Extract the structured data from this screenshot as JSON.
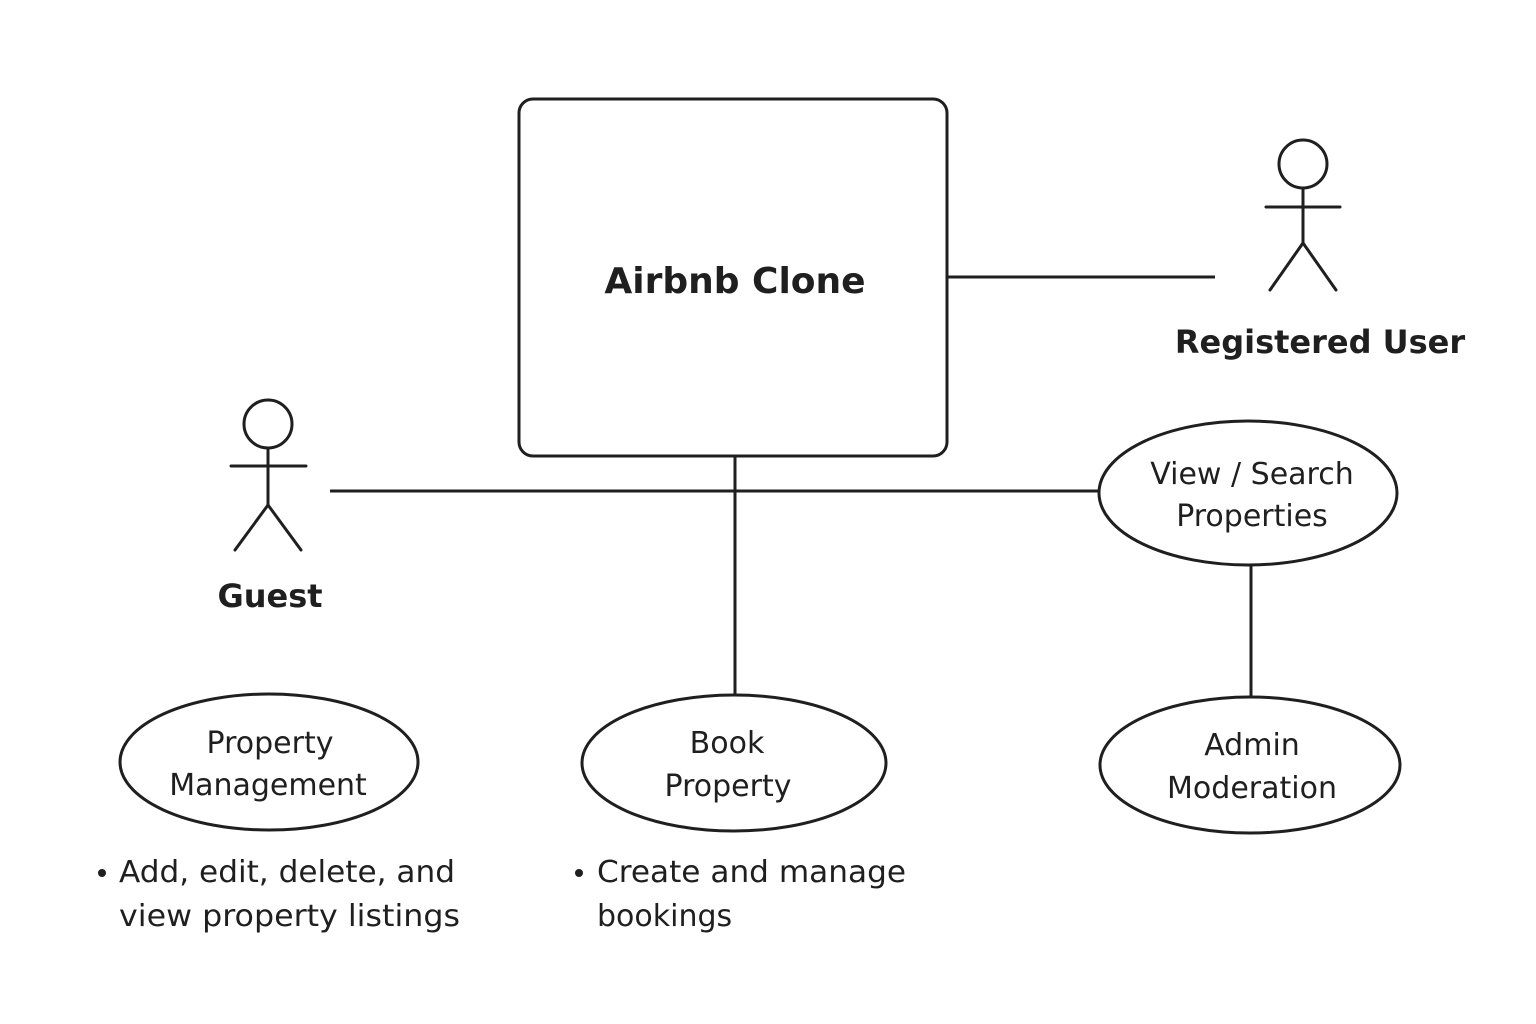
{
  "system": {
    "title": "Airbnb Clone"
  },
  "actors": {
    "registered_user": {
      "label": "Registered User"
    },
    "guest": {
      "label": "Guest"
    }
  },
  "use_cases": {
    "view_search": {
      "line1": "View / Search",
      "line2": "Properties"
    },
    "property_management": {
      "line1": "Property",
      "line2": "Management"
    },
    "book_property": {
      "line1": "Book",
      "line2": "Property"
    },
    "admin_moderation": {
      "line1": "Admin",
      "line2": "Moderation"
    }
  },
  "notes": {
    "property_management": {
      "line1": "Add, edit, delete, and",
      "line2": "view property listings"
    },
    "book_property": {
      "line1": "Create and manage",
      "line2": "bookings"
    }
  }
}
